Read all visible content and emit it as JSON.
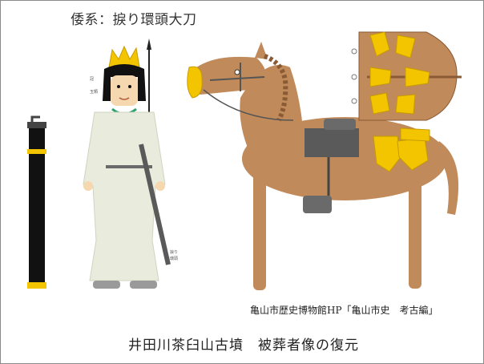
{
  "title": "倭系：捩り環頭大刀",
  "credit": "亀山市歴史博物館HP「亀山市史　考古編」",
  "caption": "井田川茶臼山古墳　被葬者像の復元",
  "figure_labels": {
    "head_note_1": "冠",
    "head_note_2": "玉類",
    "sword_note_1": "捩り",
    "sword_note_2": "環頭"
  },
  "colors": {
    "scabbard": "#111111",
    "gold": "#f2c500",
    "horse": "#c08a5a",
    "horse_outline": "#8a5a35",
    "robe": "#e9ecdd",
    "saddle": "#5a5a5a"
  }
}
